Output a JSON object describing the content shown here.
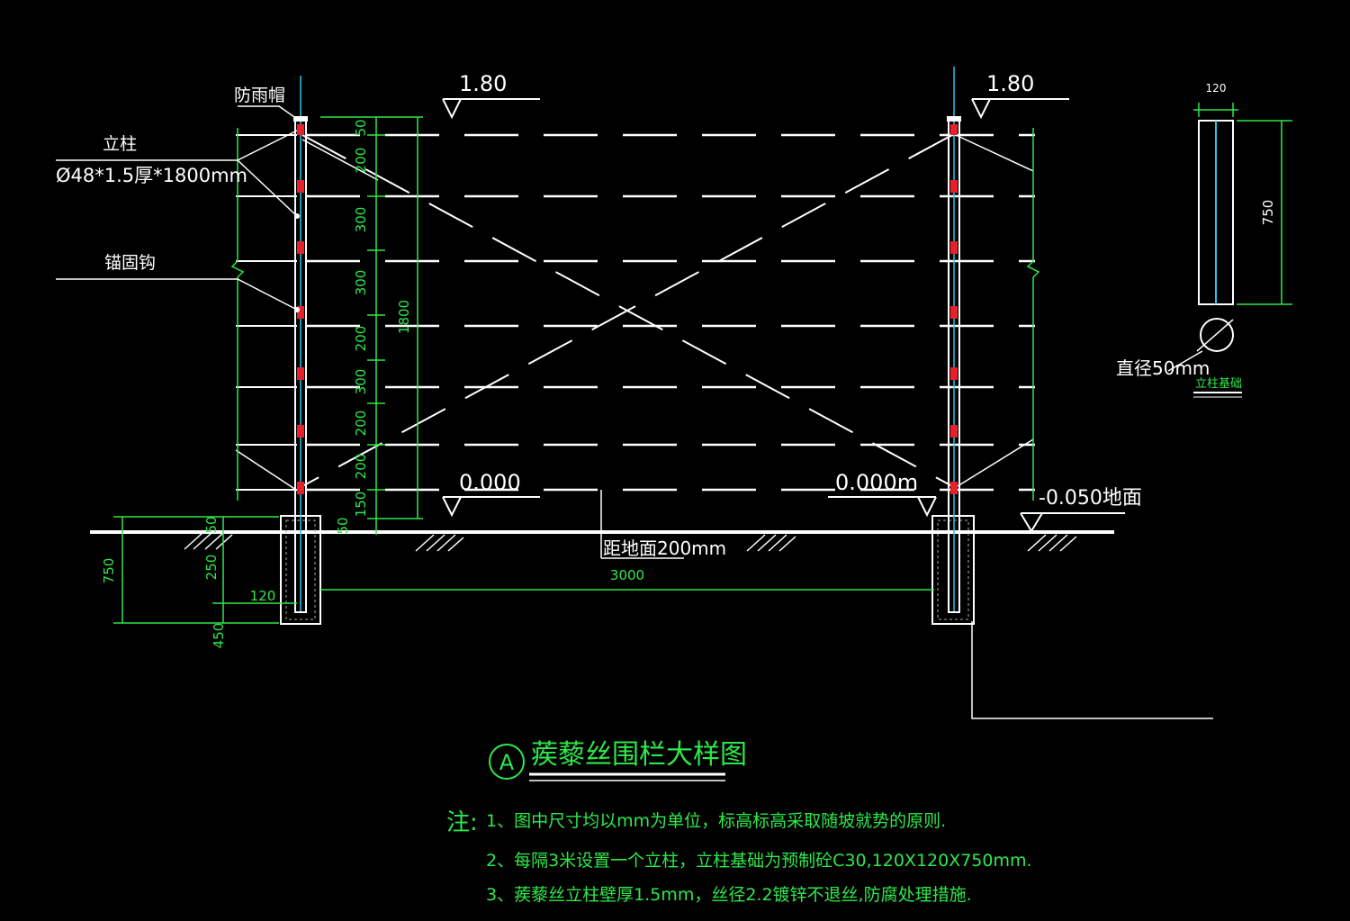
{
  "labels": {
    "rain_cap": "防雨帽",
    "post": "立柱",
    "post_spec": "Ø48*1.5厚*1800mm",
    "anchor_hook": "锚固钩",
    "level_top_left": "1.80",
    "level_top_right": "1.80",
    "level_zero_left": "0.000",
    "level_zero_right": "0.000m",
    "level_ground": "-0.050地面",
    "ground_distance": "距地面200mm",
    "diameter": "直径50mm",
    "post_foundation": "立柱基础"
  },
  "dimensions": {
    "left_segments": [
      "50",
      "200",
      "300",
      "300",
      "200",
      "300",
      "200",
      "200",
      "150",
      "50"
    ],
    "total_height": "1800",
    "span": "3000",
    "foundation_depth": "750",
    "foundation_upper": "250",
    "foundation_lower": "450",
    "foundation_top": "50",
    "foundation_width": "120",
    "detail_width": "120",
    "detail_height": "750"
  },
  "title": {
    "marker": "A",
    "text": "蒺藜丝围栏大样图"
  },
  "notes": {
    "prefix": "注:",
    "items": [
      "1、图中尺寸均以mm为单位，标高标高采取随坡就势的原则.",
      "2、每隔3米设置一个立柱，立柱基础为预制砼C30,120X120X750mm.",
      "3、蒺藜丝立柱壁厚1.5mm，丝径2.2镀锌不退丝,防腐处理措施."
    ]
  },
  "colors": {
    "background": "#000000",
    "lines": "#ffffff",
    "dimension": "#2ee84a",
    "post": "#29c6e8",
    "marker": "#e8202a"
  }
}
